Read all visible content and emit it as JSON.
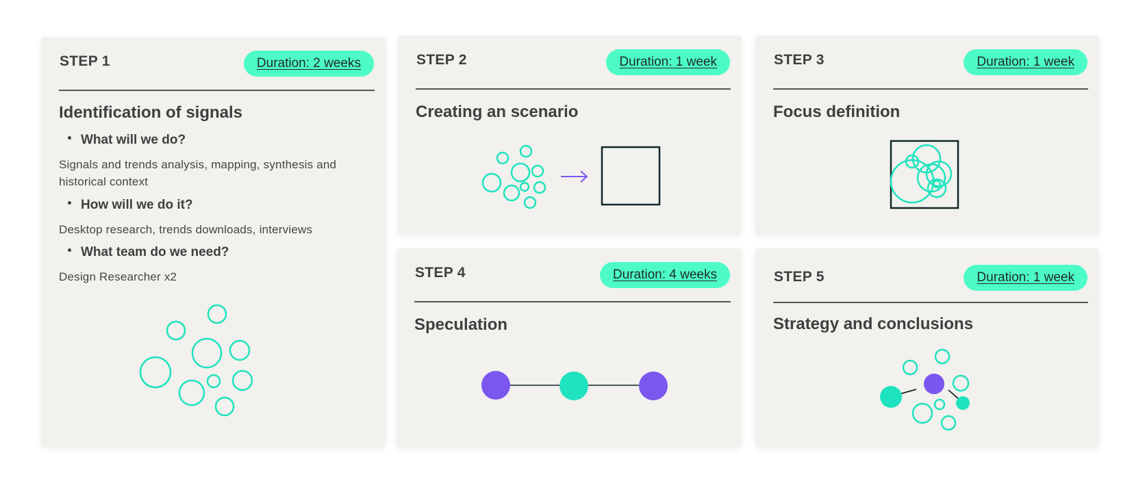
{
  "colors": {
    "card_bg": "#f2f1ed",
    "pill": "#4dfbc6",
    "mint": "#1fe3be",
    "purple": "#7b57ef",
    "dark_outline": "#12262a"
  },
  "steps": [
    {
      "label": "STEP 1",
      "duration": "Duration: 2 weeks",
      "title": "Identification of signals",
      "q1": "What will we do?",
      "a1": "Signals and trends analysis, mapping, synthesis and historical context",
      "q2": "How will we do it?",
      "a2": "Desktop research, trends downloads, interviews",
      "q3": "What team do we need?",
      "a3": "Design Researcher x2",
      "icon": "circles-cluster-icon"
    },
    {
      "label": "STEP 2",
      "duration": "Duration: 1 week",
      "title": "Creating an scenario",
      "icon": "circles-to-square-icon"
    },
    {
      "label": "STEP 3",
      "duration": "Duration: 1 week",
      "title": "Focus definition",
      "icon": "circles-in-square-icon"
    },
    {
      "label": "STEP 4",
      "duration": "Duration: 4 weeks",
      "title": "Speculation",
      "icon": "connected-nodes-icon"
    },
    {
      "label": "STEP 5",
      "duration": "Duration: 1 week",
      "title": "Strategy and conclusions",
      "icon": "network-cluster-icon"
    }
  ]
}
